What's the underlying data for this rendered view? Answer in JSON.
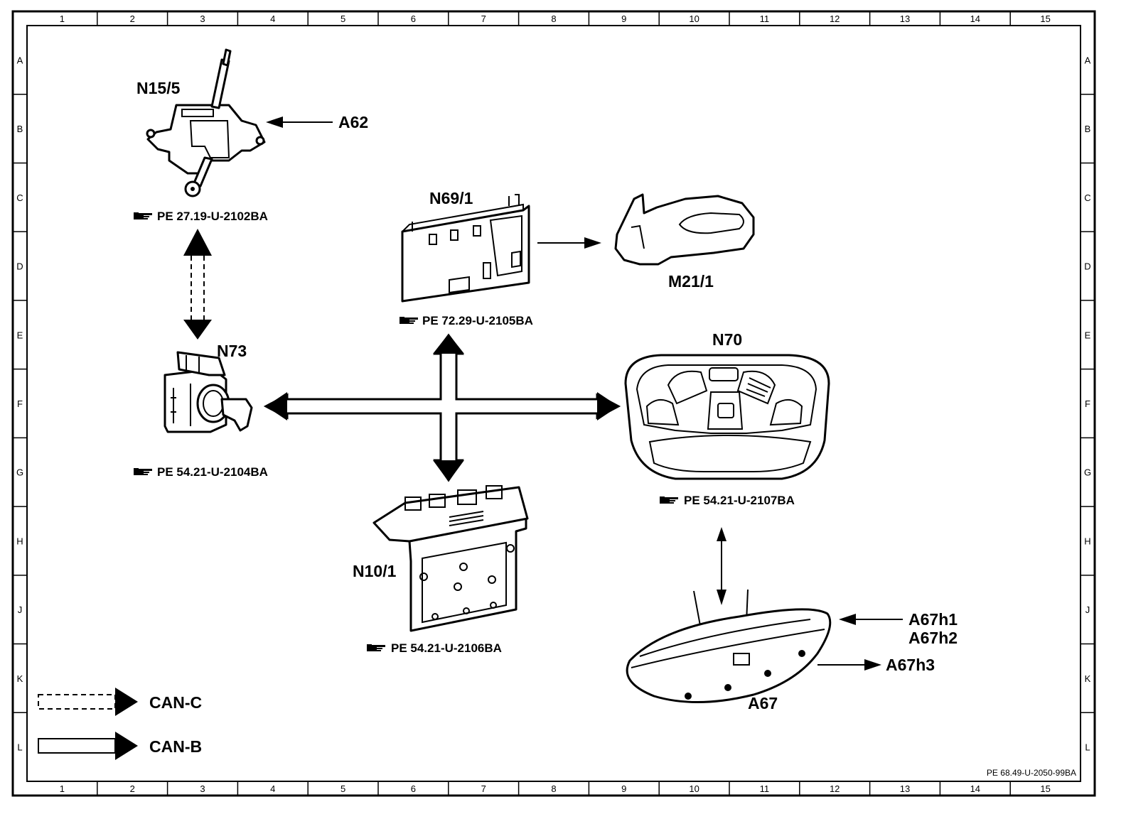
{
  "grid": {
    "columns": [
      "1",
      "2",
      "3",
      "4",
      "5",
      "6",
      "7",
      "8",
      "9",
      "10",
      "11",
      "12",
      "13",
      "14",
      "15"
    ],
    "rows": [
      "A",
      "B",
      "C",
      "D",
      "E",
      "F",
      "G",
      "H",
      "J",
      "K",
      "L"
    ]
  },
  "components": {
    "n15_5": {
      "label": "N15/5",
      "ref": "PE 27.19-U-2102BA"
    },
    "a62": {
      "label": "A62"
    },
    "n69_1": {
      "label": "N69/1",
      "ref": "PE 72.29-U-2105BA"
    },
    "m21_1": {
      "label": "M21/1"
    },
    "n73": {
      "label": "N73",
      "ref": "PE 54.21-U-2104BA"
    },
    "n70": {
      "label": "N70",
      "ref": "PE 54.21-U-2107BA"
    },
    "n10_1": {
      "label": "N10/1",
      "ref": "PE 54.21-U-2106BA"
    },
    "a67": {
      "label": "A67"
    },
    "a67h1": {
      "label": "A67h1"
    },
    "a67h2": {
      "label": "A67h2"
    },
    "a67h3": {
      "label": "A67h3"
    }
  },
  "legend": {
    "can_c": "CAN-C",
    "can_b": "CAN-B"
  },
  "footer_code": "PE 68.49-U-2050-99BA"
}
